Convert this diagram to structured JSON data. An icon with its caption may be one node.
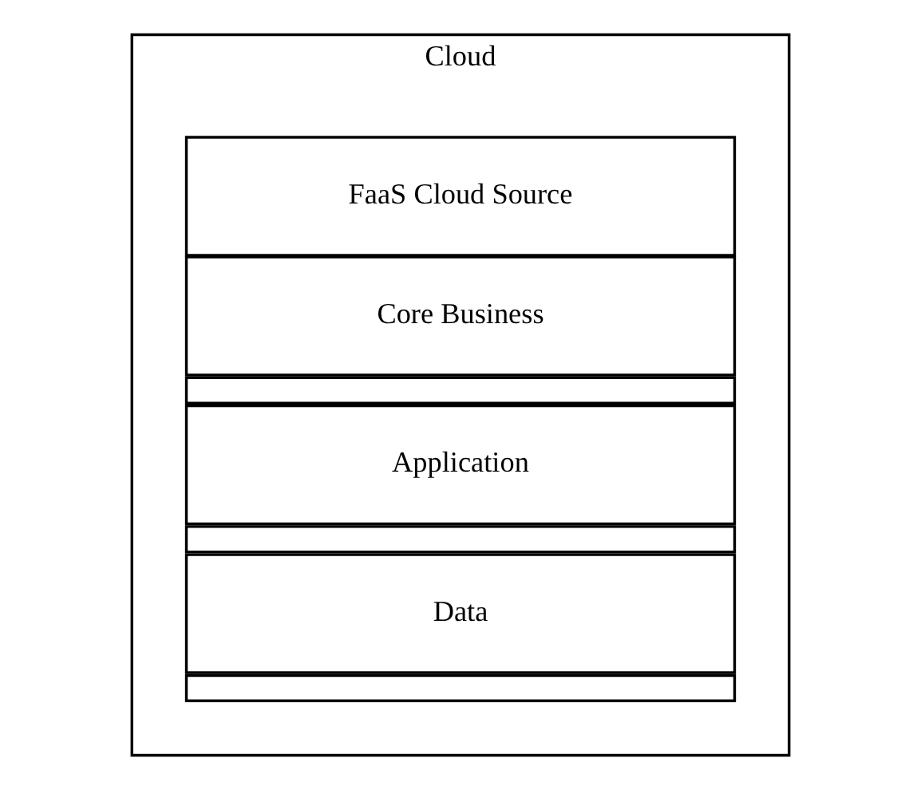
{
  "diagram": {
    "nodes": [
      {
        "text": [
          "Cloud"
        ]
      },
      {
        "text": [
          "FaaS Cloud Source"
        ],
        "in": 0
      },
      {
        "text": [
          "Core Business"
        ],
        "in": 0
      },
      {
        "text": [],
        "shape": "bar",
        "in": 0
      },
      {
        "text": [
          "Application"
        ],
        "in": 0
      },
      {
        "text": [],
        "shape": "bar",
        "in": 0
      },
      {
        "text": [
          "Data"
        ],
        "in": 0
      },
      {
        "text": [],
        "shape": "bar",
        "in": 0
      }
    ],
    "edges": []
  }
}
